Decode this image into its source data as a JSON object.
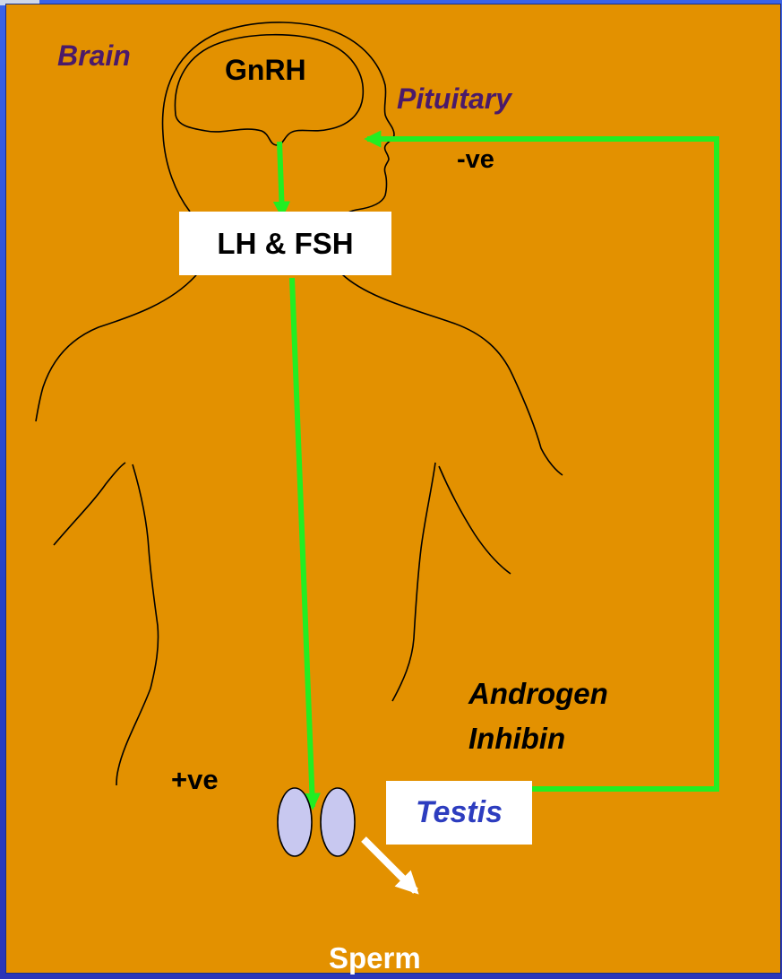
{
  "labels": {
    "brain": "Brain",
    "gnrh": "GnRH",
    "pituitary": "Pituitary",
    "negative": "-ve",
    "lh_fsh": "LH & FSH",
    "androgen": "Androgen",
    "inhibin": "Inhibin",
    "positive": "+ve",
    "testis": "Testis",
    "sperm": "Sperm"
  },
  "colors": {
    "background": "#e39100",
    "arrow": "#22ee22",
    "region_label": "#4a1a6a",
    "testis_label": "#2d3dbf",
    "testis_fill": "#c8c8f0",
    "sperm_arrow": "#ffffff",
    "outline": "#000000"
  }
}
